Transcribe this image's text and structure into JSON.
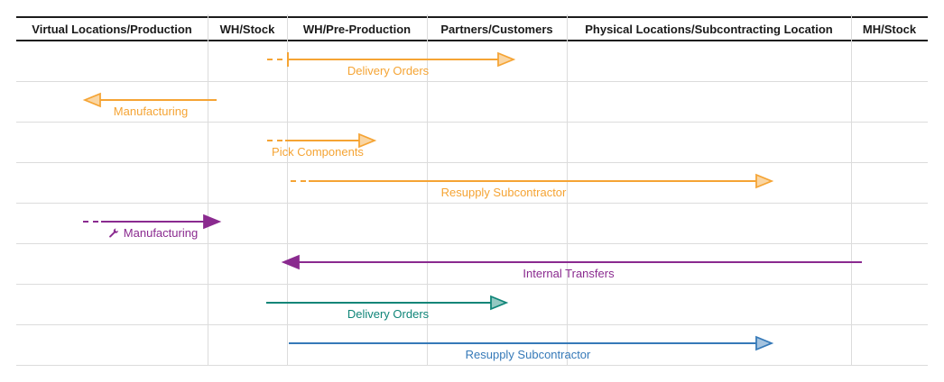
{
  "columns": [
    "Virtual Locations/Production",
    "WH/Stock",
    "WH/Pre-Production",
    "Partners/Customers",
    "Physical Locations/Subcontracting Location",
    "MH/Stock"
  ],
  "rows": [
    {
      "label": "Delivery Orders",
      "color": "#f5a434",
      "direction": "right",
      "dashed_start": true,
      "icon": ""
    },
    {
      "label": "Manufacturing",
      "color": "#f5a434",
      "direction": "left",
      "dashed_start": false,
      "icon": ""
    },
    {
      "label": "Pick Components",
      "color": "#f5a434",
      "direction": "right",
      "dashed_start": true,
      "icon": ""
    },
    {
      "label": "Resupply Subcontractor",
      "color": "#f5a434",
      "direction": "right",
      "dashed_start": true,
      "icon": ""
    },
    {
      "label": "Manufacturing",
      "color": "#8a2a8f",
      "direction": "right",
      "dashed_start": true,
      "icon": "wrench"
    },
    {
      "label": "Internal Transfers",
      "color": "#8a2a8f",
      "direction": "left",
      "dashed_start": false,
      "icon": ""
    },
    {
      "label": "Delivery Orders",
      "color": "#0f8578",
      "direction": "right",
      "dashed_start": false,
      "icon": ""
    },
    {
      "label": "Resupply Subcontractor",
      "color": "#3579b8",
      "direction": "right",
      "dashed_start": false,
      "icon": ""
    }
  ],
  "colors": {
    "orange": "#f5a434",
    "purple": "#8a2a8f",
    "teal": "#0f8578",
    "blue": "#3579b8",
    "grid_line": "#dcdcdc",
    "header_border": "#1c1c1c",
    "header_text": "#1a1a1a",
    "background": "#ffffff"
  }
}
